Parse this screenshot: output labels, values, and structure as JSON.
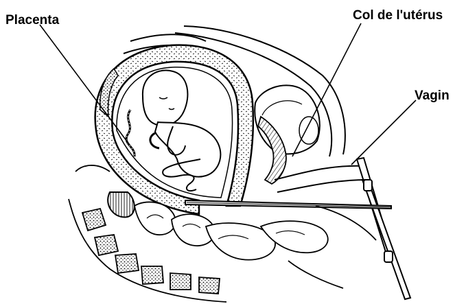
{
  "labels": {
    "placenta": "Placenta",
    "col": "Col de l'utérus",
    "vagin": "Vagin"
  },
  "colors": {
    "ink": "#000000",
    "background": "#ffffff"
  }
}
